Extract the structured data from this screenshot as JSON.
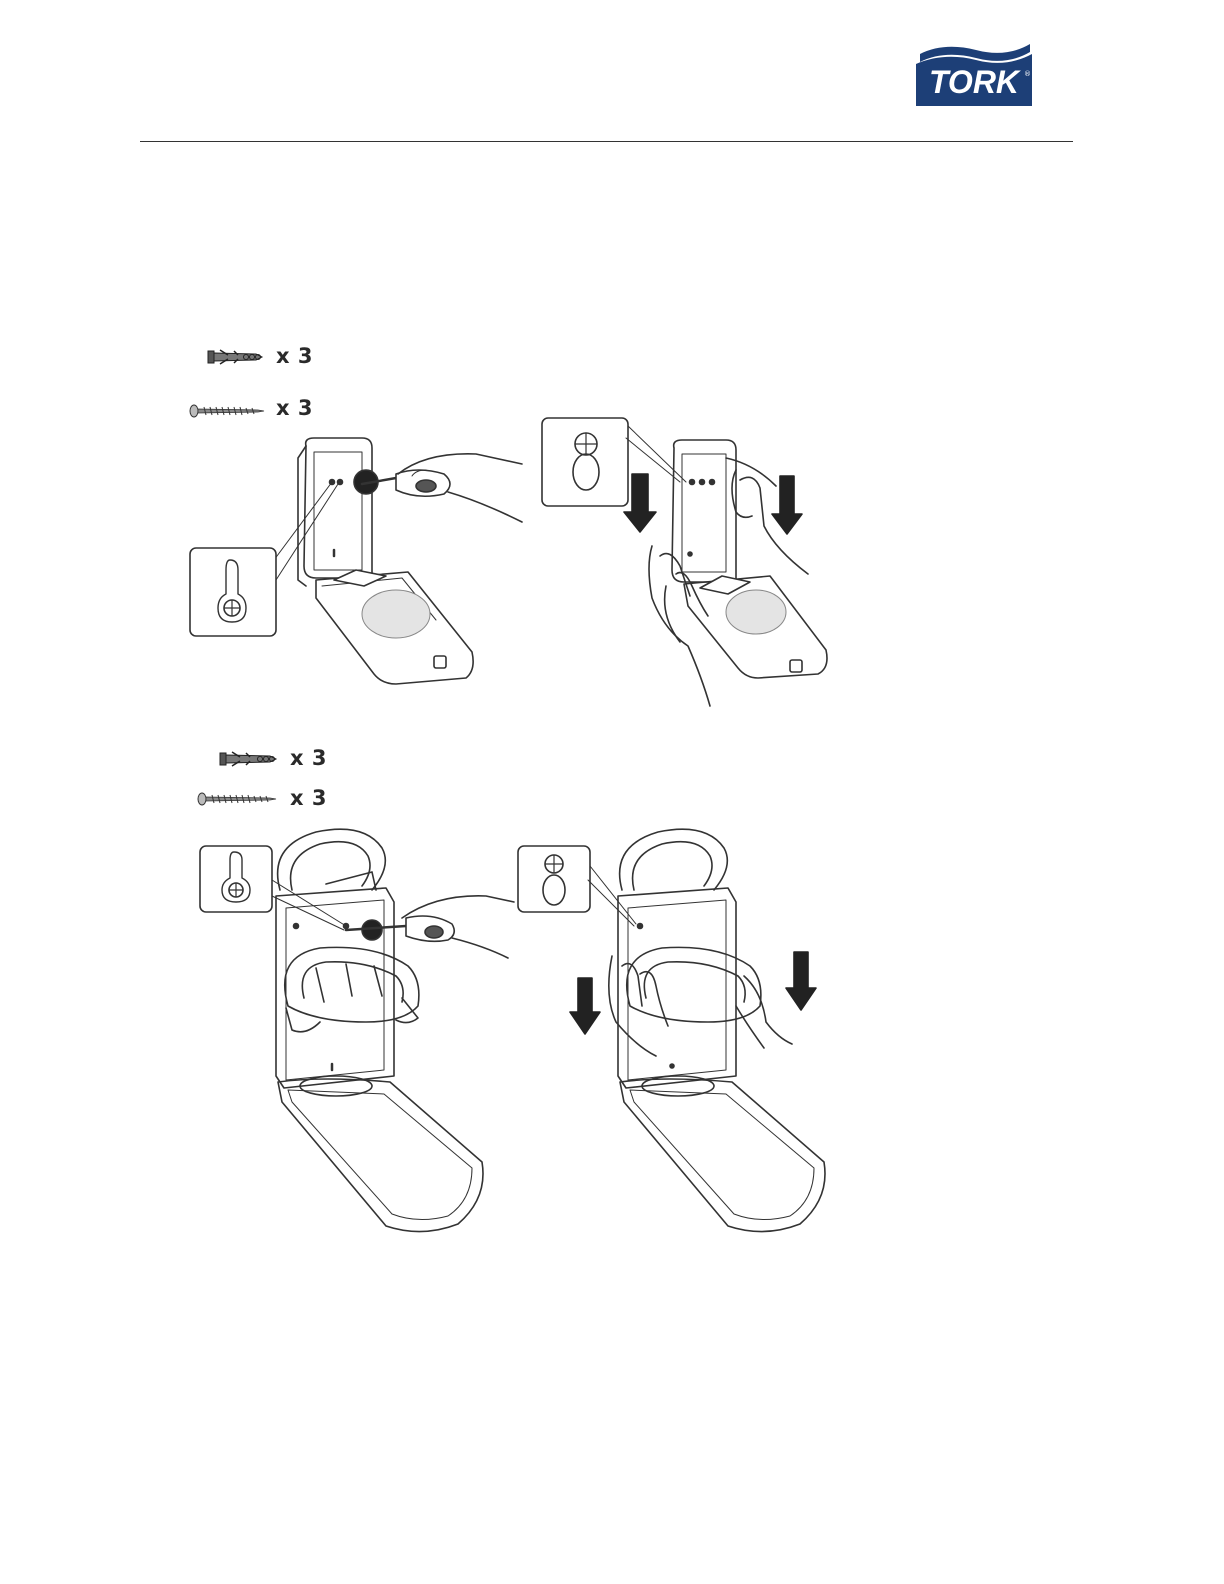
{
  "header": {
    "brand": "TORK",
    "brand_color": "#1d3f77"
  },
  "kit_top": {
    "anchor_qty": "x 3",
    "screw_qty": "x 3"
  },
  "kit_bottom": {
    "anchor_qty": "x 3",
    "screw_qty": "x 3"
  },
  "icons": {
    "anchor": "wall-plug-icon",
    "screw": "screw-icon",
    "arrow": "down-arrow-icon",
    "keyhole": "keyhole-slot-detail"
  }
}
